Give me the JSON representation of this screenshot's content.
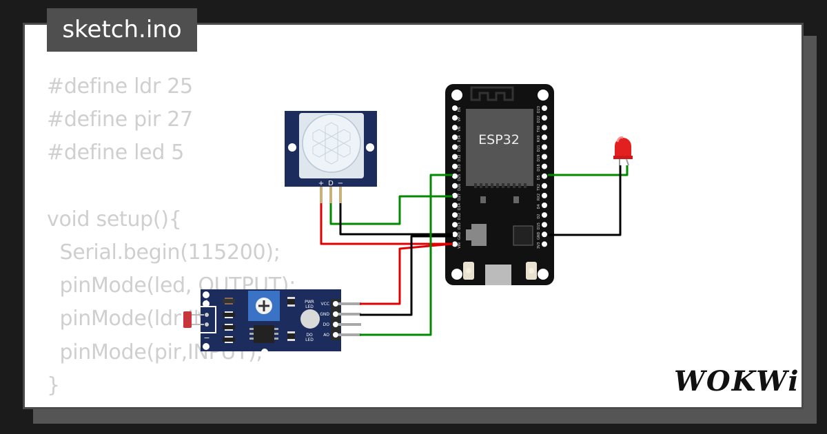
{
  "file_tab": {
    "label": "sketch.ino"
  },
  "code_lines": [
    "#define ldr 25",
    "#define pir 27",
    "#define led 5",
    "",
    "void setup(){",
    "  Serial.begin(115200);",
    "  pinMode(led, OUTPUT);",
    "  pinMode(ldr,INPUT);",
    "  pinMode(pir,INPUT);",
    "}"
  ],
  "esp32": {
    "label": "ESP32",
    "left_pins": [
      "EN",
      "VP",
      "VN",
      "D34",
      "D35",
      "D32",
      "D33",
      "D25",
      "D26",
      "D27",
      "D14",
      "D12",
      "D13",
      "GND",
      "VIN"
    ],
    "right_pins": [
      "D23",
      "D22",
      "TX0",
      "RX0",
      "D21",
      "D19",
      "D18",
      "D5",
      "TX2",
      "RX2",
      "D4",
      "D2",
      "D15",
      "GND",
      "3V3"
    ]
  },
  "pir": {
    "pins": [
      "+",
      "D",
      "−"
    ]
  },
  "ldr_module": {
    "pins": [
      "VCC",
      "GND",
      "DO",
      "AO"
    ],
    "pwr_led_label": "PWR\nLED",
    "do_led_label": "DO\nLED",
    "plus_label": "+",
    "minus_label": "−"
  },
  "colors": {
    "wire_red": "#e00000",
    "wire_green": "#008a00",
    "wire_black": "#000000",
    "led_red": "#e32020",
    "board_blue": "#1c2c5c"
  },
  "brand": {
    "logo": "WOKWi"
  }
}
